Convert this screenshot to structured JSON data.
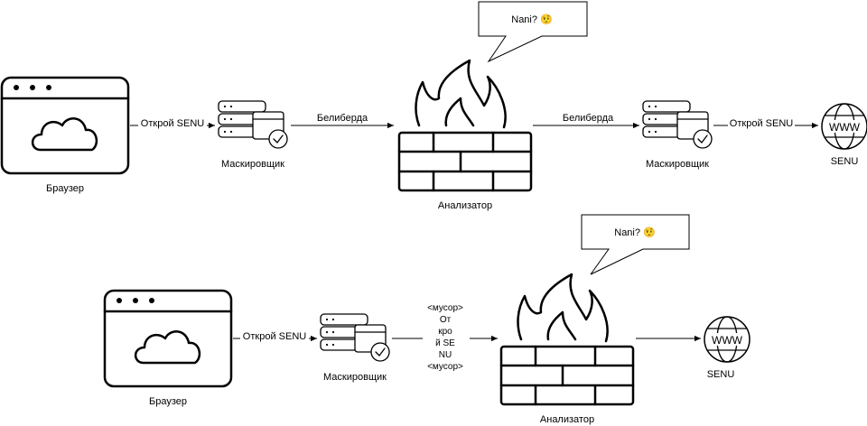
{
  "row1": {
    "browser_label": "Браузер",
    "masker1_label": "Маскировщик",
    "analyzer_label": "Анализатор",
    "masker2_label": "Маскировщик",
    "senu_label": "SENU",
    "edge_browser_masker": "Открой SENU",
    "edge_masker_analyzer": "Белиберда",
    "edge_analyzer_masker": "Белиберда",
    "edge_masker_senu": "Открой SENU",
    "bubble_text": "Nani? 🤨"
  },
  "row2": {
    "browser_label": "Браузер",
    "masker_label": "Маскировщик",
    "analyzer_label": "Анализатор",
    "senu_label": "SENU",
    "edge_browser_masker": "Открой SENU",
    "edge_masker_analyzer_lines": [
      "<мусор>",
      "От",
      "кро",
      "й SE",
      "NU",
      "<мусор>"
    ],
    "bubble_text": "Nani? 🤨"
  },
  "icons": {
    "browser": "browser-window-cloud-icon",
    "masker": "server-stack-verified-icon",
    "analyzer": "firewall-icon",
    "senu": "globe-www-icon"
  }
}
